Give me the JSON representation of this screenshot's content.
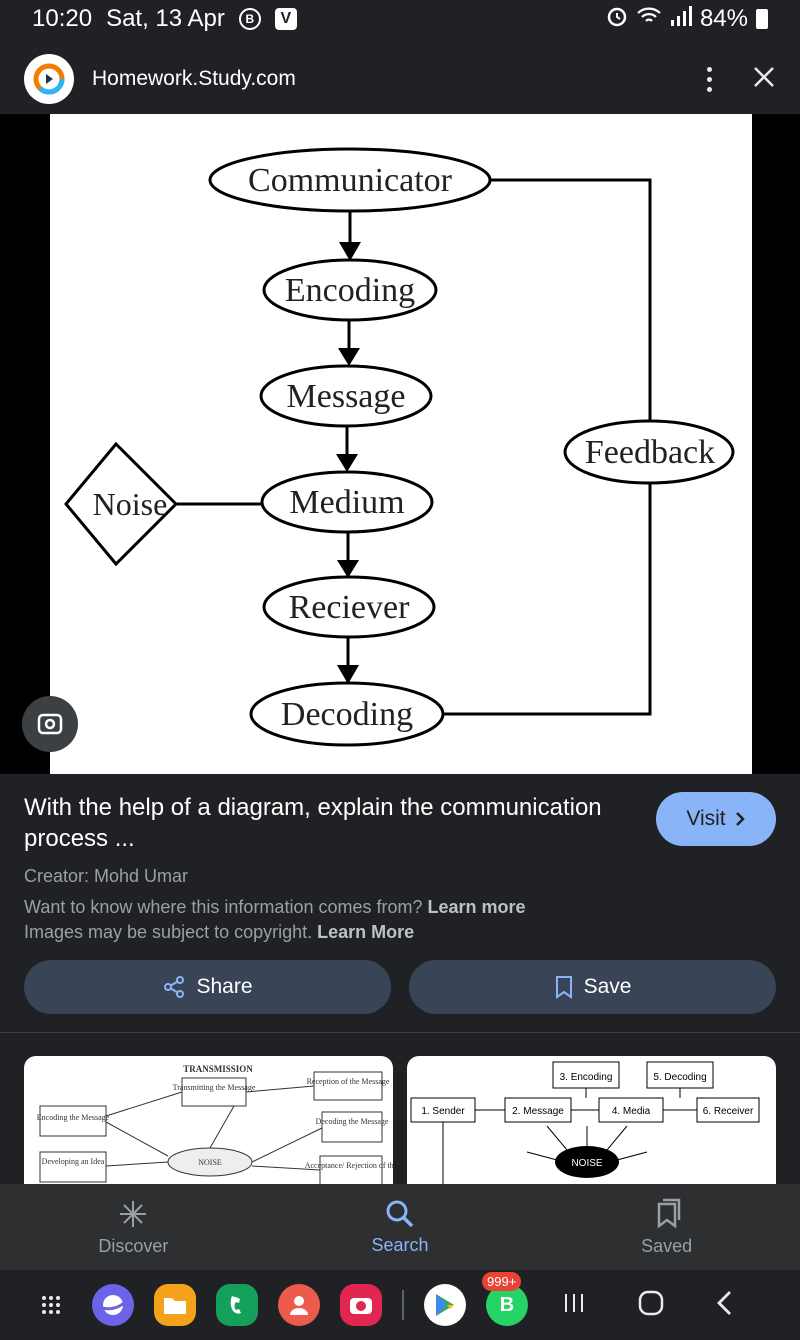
{
  "status": {
    "time": "10:20",
    "date": "Sat, 13 Apr",
    "battery": "84%"
  },
  "browser": {
    "site_title": "Homework.Study.com"
  },
  "diagram": {
    "nodes": [
      "Communicator",
      "Encoding",
      "Message",
      "Medium",
      "Reciever",
      "Decoding"
    ],
    "noise": "Noise",
    "feedback": "Feedback"
  },
  "result": {
    "title": "With the help of a diagram, explain the communication process ...",
    "visit_label": "Visit",
    "creator": "Creator: Mohd Umar",
    "info_text": "Want to know where this information comes from?",
    "info_link": "Learn more",
    "copyright_text": "Images may be subject to copyright.",
    "copyright_link": "Learn More",
    "share_label": "Share",
    "save_label": "Save"
  },
  "thumb1": {
    "heading": "TRANSMISSION",
    "transmitting": "Transmitting the Message",
    "reception": "Reception of the Message",
    "encoding": "Encoding the Message",
    "decoding": "Decoding the Message",
    "developing": "Developing an Idea",
    "noise": "NOISE",
    "acceptance": "Acceptance/ Rejection of the"
  },
  "thumb2": {
    "encoding": "3. Encoding",
    "decoding": "5. Decoding",
    "sender": "1. Sender",
    "message": "2. Message",
    "media": "4. Media",
    "receiver": "6. Receiver",
    "noise": "NOISE"
  },
  "nav": {
    "discover": "Discover",
    "search": "Search",
    "saved": "Saved"
  },
  "dock": {
    "whatsapp_badge": "999+"
  },
  "colors": {
    "accent": "#8ab4f8",
    "pill_bg": "#394457",
    "background": "#202124"
  }
}
